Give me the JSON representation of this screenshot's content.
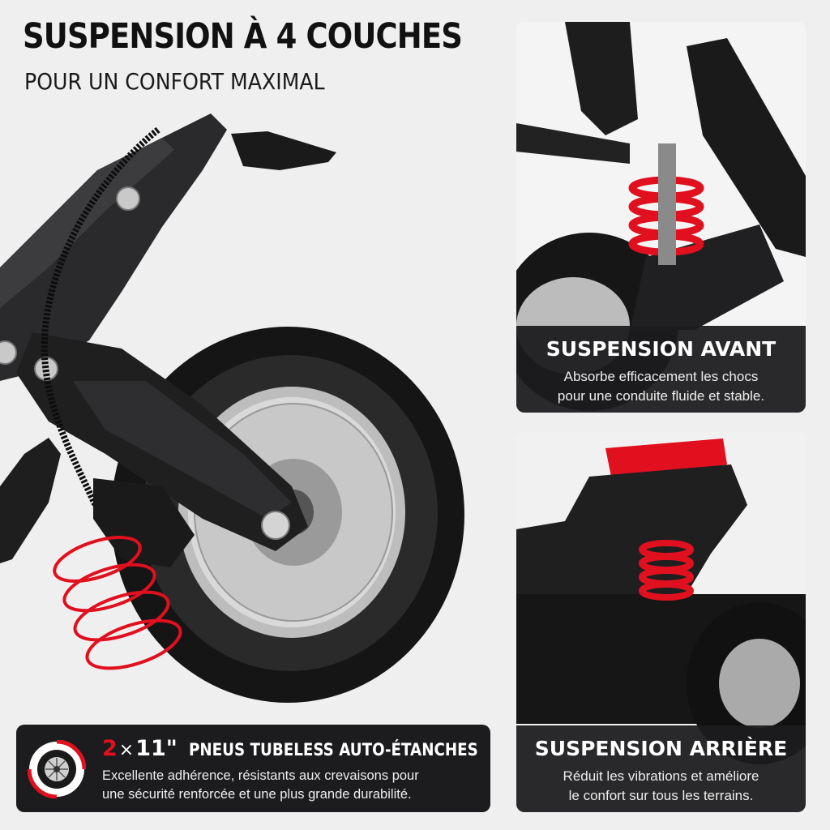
{
  "header": {
    "title": "SUSPENSION À 4 COUCHES",
    "subtitle": "POUR UN CONFORT MAXIMAL"
  },
  "front_suspension": {
    "title": "SUSPENSION AVANT",
    "line1": "Absorbe efficacement les chocs",
    "line2": "pour une conduite fluide et stable."
  },
  "rear_suspension": {
    "title": "SUSPENSION ARRIÈRE",
    "line1": "Réduit les vibrations et améliore",
    "line2": "le confort sur tous les terrains."
  },
  "tires": {
    "count": "2",
    "times": "×",
    "size": "11\"",
    "title": "PNEUS TUBELESS AUTO-ÉTANCHES",
    "line1": "Excellente adhérence, résistants aux crevaisons pour",
    "line2": "une sécurité renforcée et une plus grande durabilité.",
    "icon": "tire-icon"
  },
  "colors": {
    "accent_red": "#e0101e",
    "dark": "#1c1c1e",
    "background": "#efefef"
  }
}
